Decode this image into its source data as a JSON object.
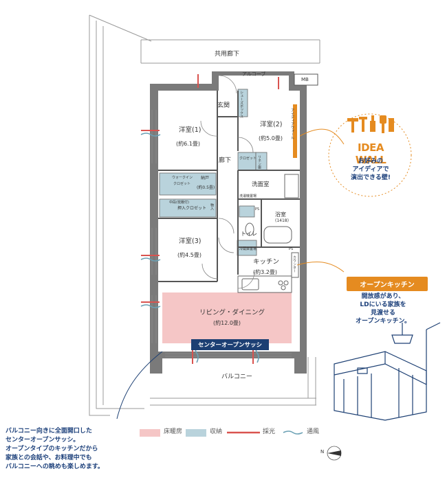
{
  "labels": {
    "corridor": "共用廊下",
    "alcove": "アルコーブ",
    "mb": "MB",
    "entrance": "玄関",
    "shoes": "シューズボックス",
    "hall": "廊下",
    "room1": "洋室(1)",
    "room1_size": "(約6.1畳)",
    "room2": "洋室(2)",
    "room2_size": "(約5.0畳)",
    "room3": "洋室(3)",
    "room3_size": "(約4.5畳)",
    "idea_wall_small": "アイディアウォール",
    "closet": "クロゼット",
    "wic1": "ウォークイン",
    "wic2": "クロゼット",
    "storage": "納戸",
    "storage_size": "(約0.5畳)",
    "oshiire_top": "中段(枕棚付)",
    "oshiire": "押入クロゼット",
    "inner": "物入",
    "washroom": "洗面室",
    "washer": "洗濯機置場",
    "linen": "リネン庫",
    "ps1": "PS",
    "ps2": "PS",
    "bath": "浴室",
    "bath_size": "(1418)",
    "toilet": "トイレ",
    "fridge": "冷蔵庫置場",
    "kitchen": "キッチン",
    "kitchen_size": "(約3.2畳)",
    "counter": "カウンター",
    "ld": "リビング・ダイニング",
    "ld_size": "(約12.0畳)",
    "sash": "センターオープンサッシ",
    "balcony": "バルコニー"
  },
  "idea_wall": {
    "title": "IDEA WALL",
    "text_lines": [
      "お好みの",
      "アイディアで",
      "演出できる壁!"
    ]
  },
  "open_kitchen": {
    "title": "オープンキッチン",
    "text_lines": [
      "開放感があり、",
      "LDにいる家族を",
      "見渡せる",
      "オープンキッチン。"
    ]
  },
  "note_lines": [
    "バルコニー向きに全面開口した",
    "センターオープンサッシ。",
    "オープンタイプのキッチンだから",
    "家族との会話や、お料理中でも",
    "バルコニーへの眺めも楽しめます。"
  ],
  "legend": {
    "floor_heating": "床暖房",
    "storage": "収納",
    "daylight": "採光",
    "ventilation": "通風"
  },
  "compass": "N",
  "colors": {
    "floor_heating": "#f5c6c6",
    "storage": "#b9d3dc",
    "daylight": "#d9534f",
    "ventilation": "#6aa0b4",
    "accent_orange": "#e58b20",
    "navy": "#1c3f73"
  }
}
